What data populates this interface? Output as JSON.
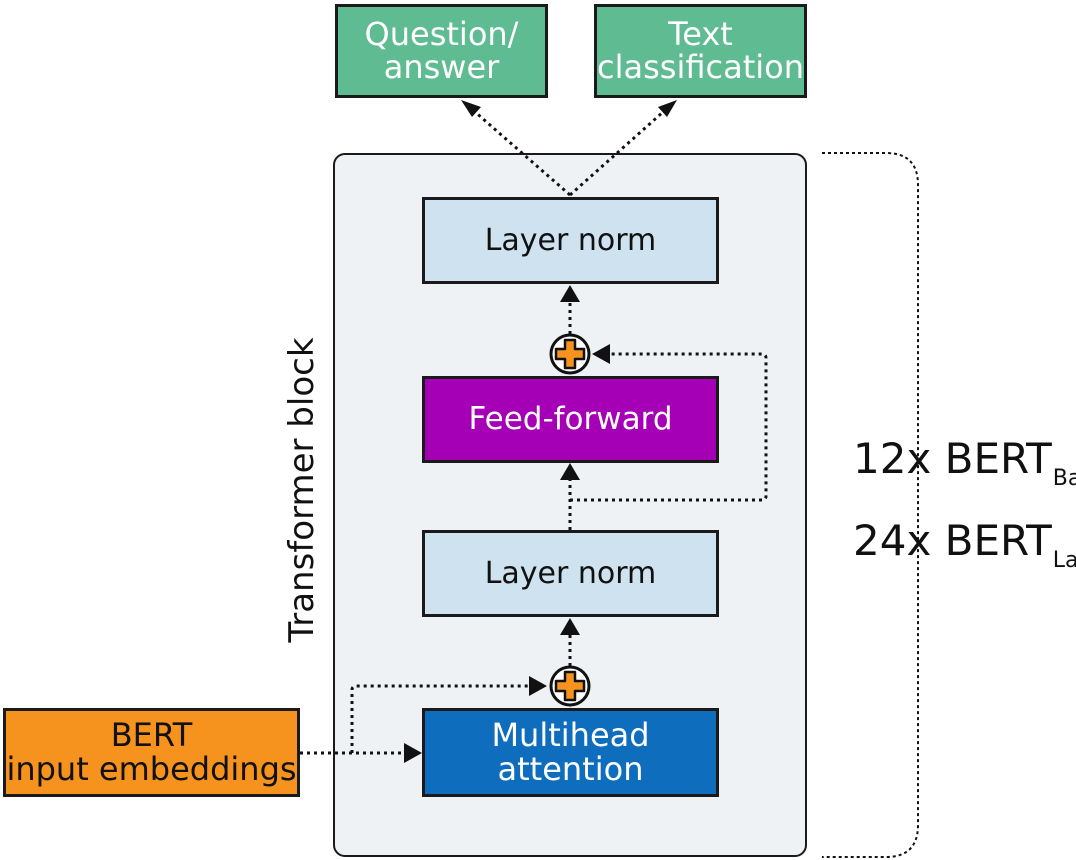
{
  "outputs": {
    "qa": "Question/\nanswer",
    "tc": "Text\nclassification"
  },
  "block": {
    "label": "Transformer block",
    "layer_norm_top": "Layer norm",
    "feed_forward": "Feed-forward",
    "layer_norm_bottom": "Layer norm",
    "multihead": "Multihead\nattention"
  },
  "input": "BERT\ninput embeddings",
  "repeat": {
    "base_prefix": "12x BERT",
    "base_sub": "Base",
    "large_prefix": "24x BERT",
    "large_sub": "Large"
  },
  "colors": {
    "output_box": "#5fbb91",
    "layer_norm": "#cfe2ef",
    "feed_forward": "#a500b5",
    "multihead": "#0f6dbd",
    "input_box": "#f5931e",
    "add_symbol": "#f5931e"
  }
}
